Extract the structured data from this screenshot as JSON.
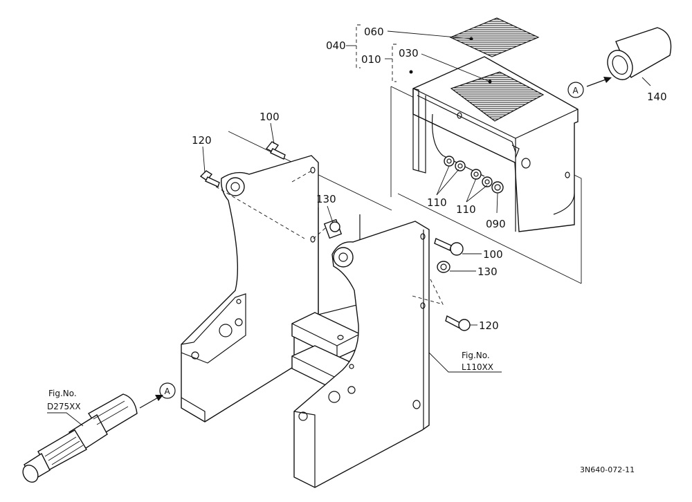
{
  "labels": {
    "p040": "040",
    "p060": "060",
    "p010": "010",
    "p030": "030",
    "p140": "140",
    "p100_top": "100",
    "p120_top": "120",
    "p130_top": "130",
    "p110_left": "110",
    "p110_right": "110",
    "p090": "090",
    "p100_right": "100",
    "p130_right": "130",
    "p120_right": "120",
    "ref_a_top": "A",
    "ref_a_bottom": "A",
    "fig_left_title": "Fig.No.",
    "fig_left_code": "D275XX",
    "fig_right_title": "Fig.No.",
    "fig_right_code": "L110XX",
    "drawing_number": "3N640-072-11"
  }
}
